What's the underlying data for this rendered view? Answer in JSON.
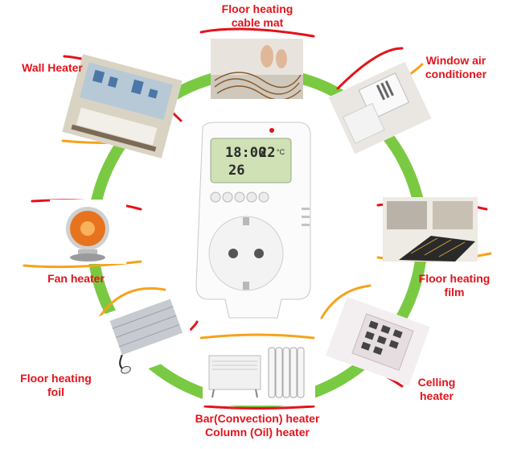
{
  "labels": {
    "top": [
      "Floor heating",
      "cable mat"
    ],
    "wall_heater": [
      "Wall Heater"
    ],
    "window_ac": [
      "Window air",
      "conditioner"
    ],
    "fan_heater": [
      "Fan heater"
    ],
    "floor_film": [
      "Floor heating",
      "film"
    ],
    "floor_foil": [
      "Floor heating",
      "foil"
    ],
    "ceiling_heater": [
      "Celling",
      "heater"
    ],
    "bottom": [
      "Bar(Convection) heater",
      "Column (Oil) heater"
    ]
  },
  "device": {
    "time": "18:00",
    "temp_top": "22",
    "temp_bottom": "26",
    "unit": "°C"
  },
  "icons": [
    "cable-mat-photo",
    "wall-heater-photo",
    "window-ac-photo",
    "fan-heater-photo",
    "floor-film-photo",
    "floor-foil-photo",
    "ceiling-heater-photo",
    "convection-heater-photo",
    "thermostat-plug"
  ],
  "colors": {
    "label": "#e3131b",
    "ring": "#7ac943",
    "accent_red": "#e3131b",
    "accent_orange": "#f7a21b"
  }
}
